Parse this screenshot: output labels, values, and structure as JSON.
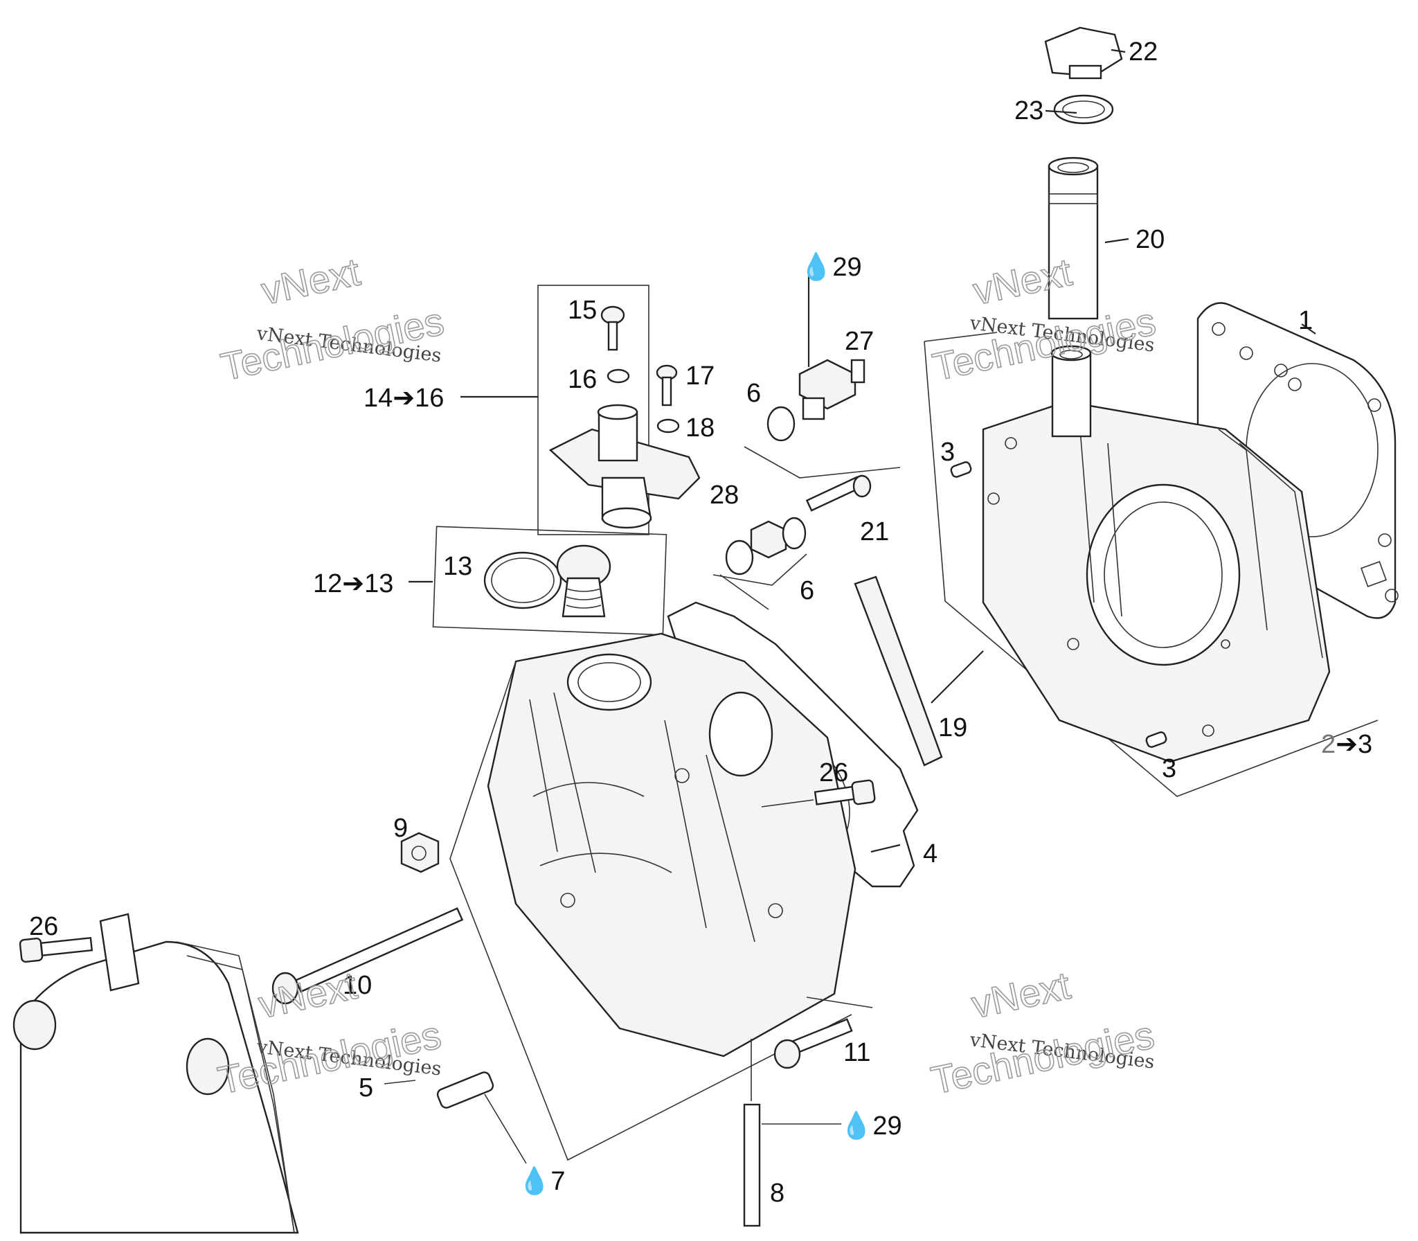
{
  "callouts": {
    "c1": "1",
    "c2_3": "2",
    "c3a": "3",
    "c3b": "3",
    "c4": "4",
    "c5": "5",
    "c6a": "6",
    "c6b": "6",
    "c7": "7",
    "c8": "8",
    "c9": "9",
    "c10": "10",
    "c11": "11",
    "c12_13": "12",
    "c12_13_end": "13",
    "c13": "13",
    "c14_16": "14",
    "c14_16_end": "16",
    "c15": "15",
    "c16": "16",
    "c17": "17",
    "c18": "18",
    "c19": "19",
    "c20": "20",
    "c21": "21",
    "c22": "22",
    "c23": "23",
    "c26a": "26",
    "c26b": "26",
    "c27": "27",
    "c28": "28",
    "c29a": "29",
    "c29b": "29",
    "c2_3_end": "3"
  },
  "watermark": {
    "line1": "vNext Technologies",
    "line2a": "vNext",
    "line2b": "Technologies"
  },
  "symbols": {
    "arrow_icon": "right-arrow",
    "drop_icon": "oil-drop"
  }
}
